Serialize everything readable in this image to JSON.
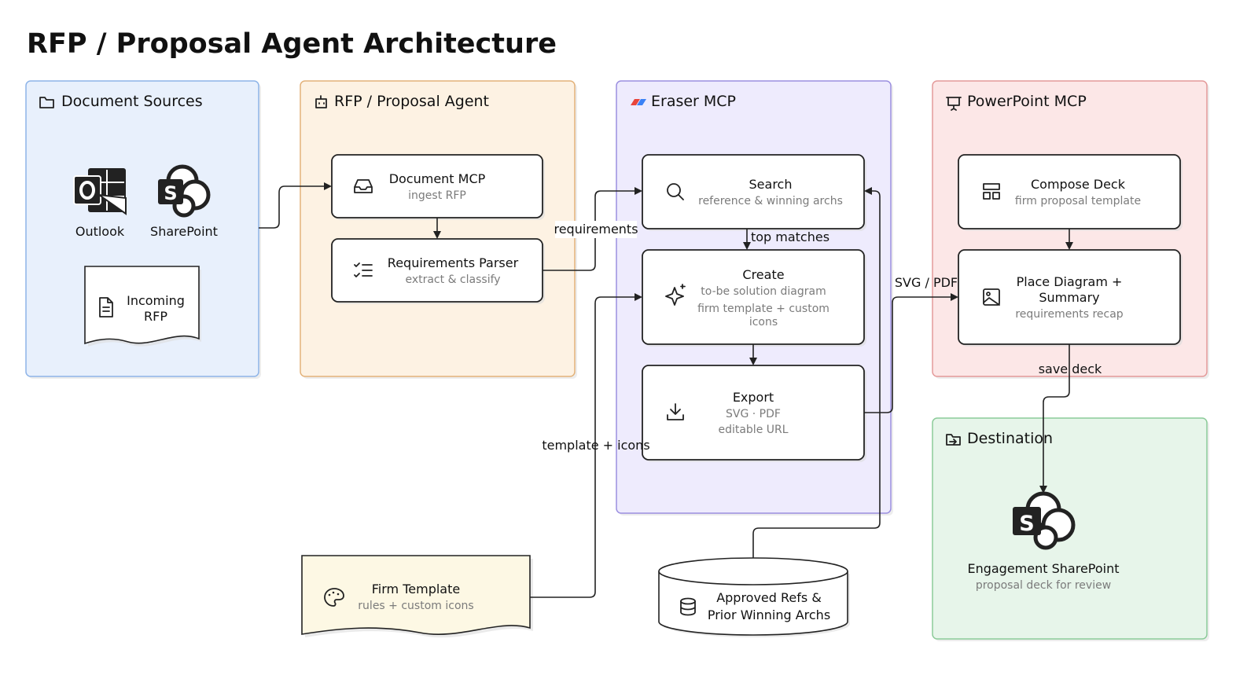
{
  "title": "RFP / Proposal Agent Architecture",
  "colors": {
    "sources_fill": "#e8f0fc",
    "sources_stroke": "#8eb4e8",
    "agent_fill": "#fdf2e3",
    "agent_stroke": "#e3b27a",
    "eraser_fill": "#eeebfd",
    "eraser_stroke": "#9b8fe0",
    "ppt_fill": "#fce7e7",
    "ppt_stroke": "#e49a9a",
    "dest_fill": "#e7f5ea",
    "dest_stroke": "#8ccb99",
    "template_fill": "#fdf8e4"
  },
  "groups": {
    "sources": {
      "title": "Document Sources",
      "icon": "folder-icon"
    },
    "agent": {
      "title": "RFP / Proposal Agent",
      "icon": "robot-icon"
    },
    "eraser": {
      "title": "Eraser MCP",
      "icon": "eraser-logo-icon"
    },
    "ppt": {
      "title": "PowerPoint MCP",
      "icon": "presentation-icon"
    },
    "destination": {
      "title": "Destination",
      "icon": "folder-output-icon"
    }
  },
  "sources": {
    "outlook": {
      "label": "Outlook",
      "icon": "outlook-icon"
    },
    "sharepoint": {
      "label": "SharePoint",
      "icon": "sharepoint-icon"
    },
    "incoming_rfp": {
      "line1": "Incoming",
      "line2": "RFP",
      "icon": "document-icon"
    }
  },
  "nodes": {
    "document_mcp": {
      "title": "Document MCP",
      "sub": "ingest RFP",
      "icon": "inbox-icon"
    },
    "requirements_parser": {
      "title": "Requirements Parser",
      "sub": "extract & classify",
      "icon": "checklist-icon"
    },
    "search": {
      "title": "Search",
      "sub": "reference & winning archs",
      "icon": "search-icon"
    },
    "create": {
      "title": "Create",
      "sub1": "to-be solution diagram",
      "sub2": "firm template + custom",
      "sub3": "icons",
      "icon": "sparkle-icon"
    },
    "export": {
      "title": "Export",
      "sub1": "SVG · PDF",
      "sub2": "editable URL",
      "icon": "download-icon"
    },
    "compose_deck": {
      "title": "Compose Deck",
      "sub": "firm proposal template",
      "icon": "layout-icon"
    },
    "place_diagram": {
      "title1": "Place Diagram +",
      "title2": "Summary",
      "sub": "requirements recap",
      "icon": "image-icon"
    },
    "engagement_sharepoint": {
      "title": "Engagement SharePoint",
      "sub": "proposal deck for review",
      "icon": "sharepoint-icon"
    },
    "firm_template": {
      "title": "Firm Template",
      "sub": "rules + custom icons",
      "icon": "palette-icon"
    },
    "approved_refs": {
      "line1": "Approved Refs &",
      "line2": "Prior Winning Archs",
      "icon": "database-icon"
    }
  },
  "edges": {
    "requirements": "requirements",
    "top_matches": "top matches",
    "svg_pdf": "SVG / PDF",
    "save_deck": "save deck",
    "template_icons": "template + icons"
  }
}
